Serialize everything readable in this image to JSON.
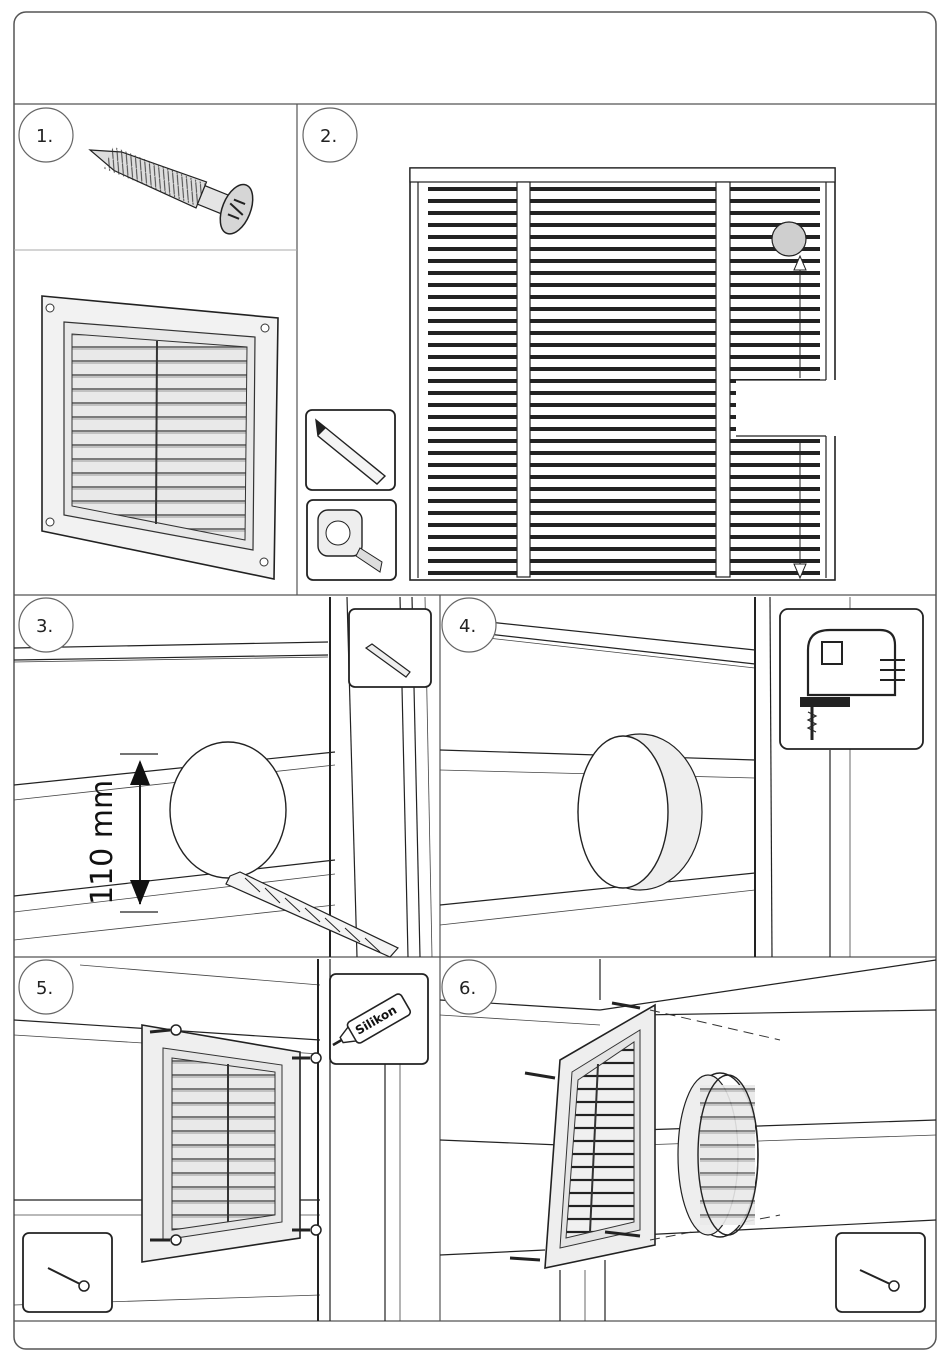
{
  "steps": {
    "s1": "1.",
    "s2": "2.",
    "s3": "3.",
    "s4": "4.",
    "s5": "5.",
    "s6": "6."
  },
  "dimension": "110 mm",
  "tools": {
    "silicone_label": "Silikon"
  },
  "icons": {
    "panel1_top": "screw-icon",
    "panel1_bottom": "vent-grille-icon",
    "panel2_tools": [
      "pencil-icon",
      "tape-measure-icon"
    ],
    "panel3_tool": "drill-bit-icon",
    "panel4_tool": "jigsaw-icon",
    "panel5_tools": [
      "silicone-tube-icon",
      "screw-icon"
    ],
    "panel6_tool": "screw-icon"
  }
}
